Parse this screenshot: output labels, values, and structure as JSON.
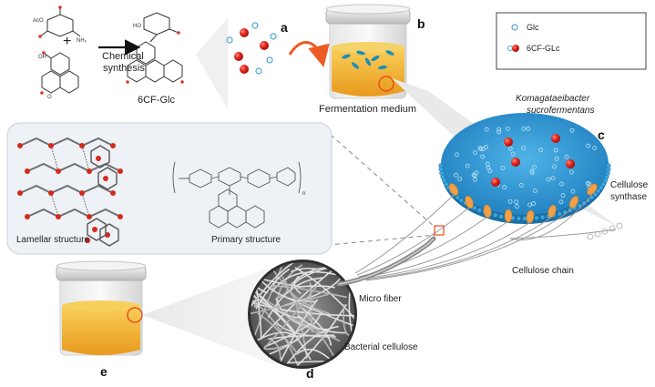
{
  "figure": {
    "panel_labels": {
      "a": "a",
      "b": "b",
      "c": "c",
      "d": "d",
      "e": "e"
    },
    "synthesis": {
      "arrow_label_line1": "Chemical",
      "arrow_label_line2": "synthesis",
      "product_label": "6CF-Glc",
      "plus_sign": "+",
      "atom_labels": {
        "oac": "AcO",
        "nh2": "NH₂",
        "oh": "OH",
        "ho": "HO",
        "o": "O"
      }
    },
    "legend": {
      "items": [
        {
          "label": "Glc",
          "color": "#4aa3d8"
        },
        {
          "label": "6CF-GLc",
          "color": "#e2231a"
        }
      ]
    },
    "fermentation_label": "Fermentation medium",
    "bacterium": {
      "line1": "Komagataeibacter",
      "line2": "sucrofermentans"
    },
    "cell_labels": {
      "synthase_line1": "Cellulose",
      "synthase_line2": "synthase",
      "chain": "Cellulose chain"
    },
    "structure_inset": {
      "lamellar": "Lamellar structure",
      "primary": "Primary structure",
      "subscript_n": "n"
    },
    "fiber_labels": {
      "micro_fiber": "Micro fiber",
      "bacterial_cellulose": "Bacterial cellulose"
    },
    "colors": {
      "medium": "#f2b53a",
      "medium_dark": "#e59a1b",
      "cell_surface": "#2d9bd6",
      "synthase": "#f0a046",
      "red_molecule": "#e2231a",
      "glc": "#4aa3d8",
      "inset_bg": "#eef1f6"
    }
  }
}
